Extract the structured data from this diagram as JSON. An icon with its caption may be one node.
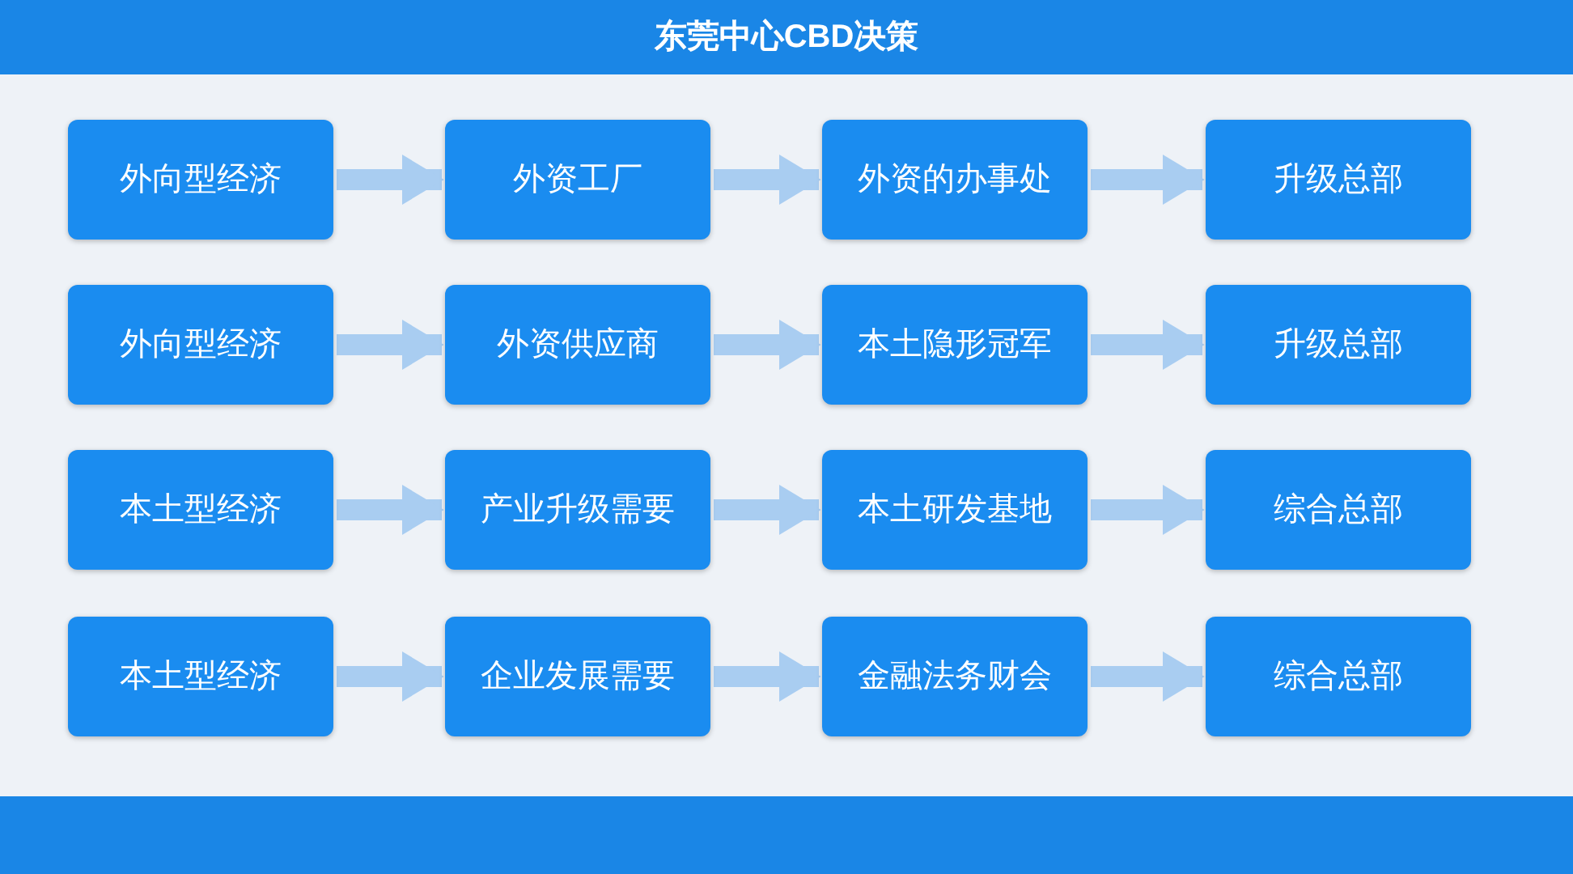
{
  "diagram": {
    "title": "东莞中心CBD决策",
    "nodes": [
      {
        "text": [
          "外向型经济"
        ]
      },
      {
        "text": [
          "外资工厂"
        ]
      },
      {
        "text": [
          "外资的办事处"
        ]
      },
      {
        "text": [
          "升级总部"
        ]
      },
      {
        "text": [
          "外向型经济"
        ]
      },
      {
        "text": [
          "外资供应商"
        ]
      },
      {
        "text": [
          "本土隐形冠军"
        ]
      },
      {
        "text": [
          "升级总部"
        ]
      },
      {
        "text": [
          "本土型经济"
        ]
      },
      {
        "text": [
          "产业升级需要"
        ]
      },
      {
        "text": [
          "本土研发基地"
        ]
      },
      {
        "text": [
          "综合总部"
        ]
      },
      {
        "text": [
          "本土型经济"
        ]
      },
      {
        "text": [
          "企业发展需要"
        ]
      },
      {
        "text": [
          "金融法务财会"
        ]
      },
      {
        "text": [
          "综合总部"
        ]
      }
    ],
    "edges": [
      {
        "from": 0,
        "to": 1,
        "arrow": "to"
      },
      {
        "from": 1,
        "to": 2,
        "arrow": "to"
      },
      {
        "from": 2,
        "to": 3,
        "arrow": "to"
      },
      {
        "from": 4,
        "to": 5,
        "arrow": "to"
      },
      {
        "from": 5,
        "to": 6,
        "arrow": "to"
      },
      {
        "from": 6,
        "to": 7,
        "arrow": "to"
      },
      {
        "from": 8,
        "to": 9,
        "arrow": "to"
      },
      {
        "from": 9,
        "to": 10,
        "arrow": "to"
      },
      {
        "from": 10,
        "to": 11,
        "arrow": "to"
      },
      {
        "from": 12,
        "to": 13,
        "arrow": "to"
      },
      {
        "from": 13,
        "to": 14,
        "arrow": "to"
      },
      {
        "from": 14,
        "to": 15,
        "arrow": "to"
      }
    ]
  }
}
